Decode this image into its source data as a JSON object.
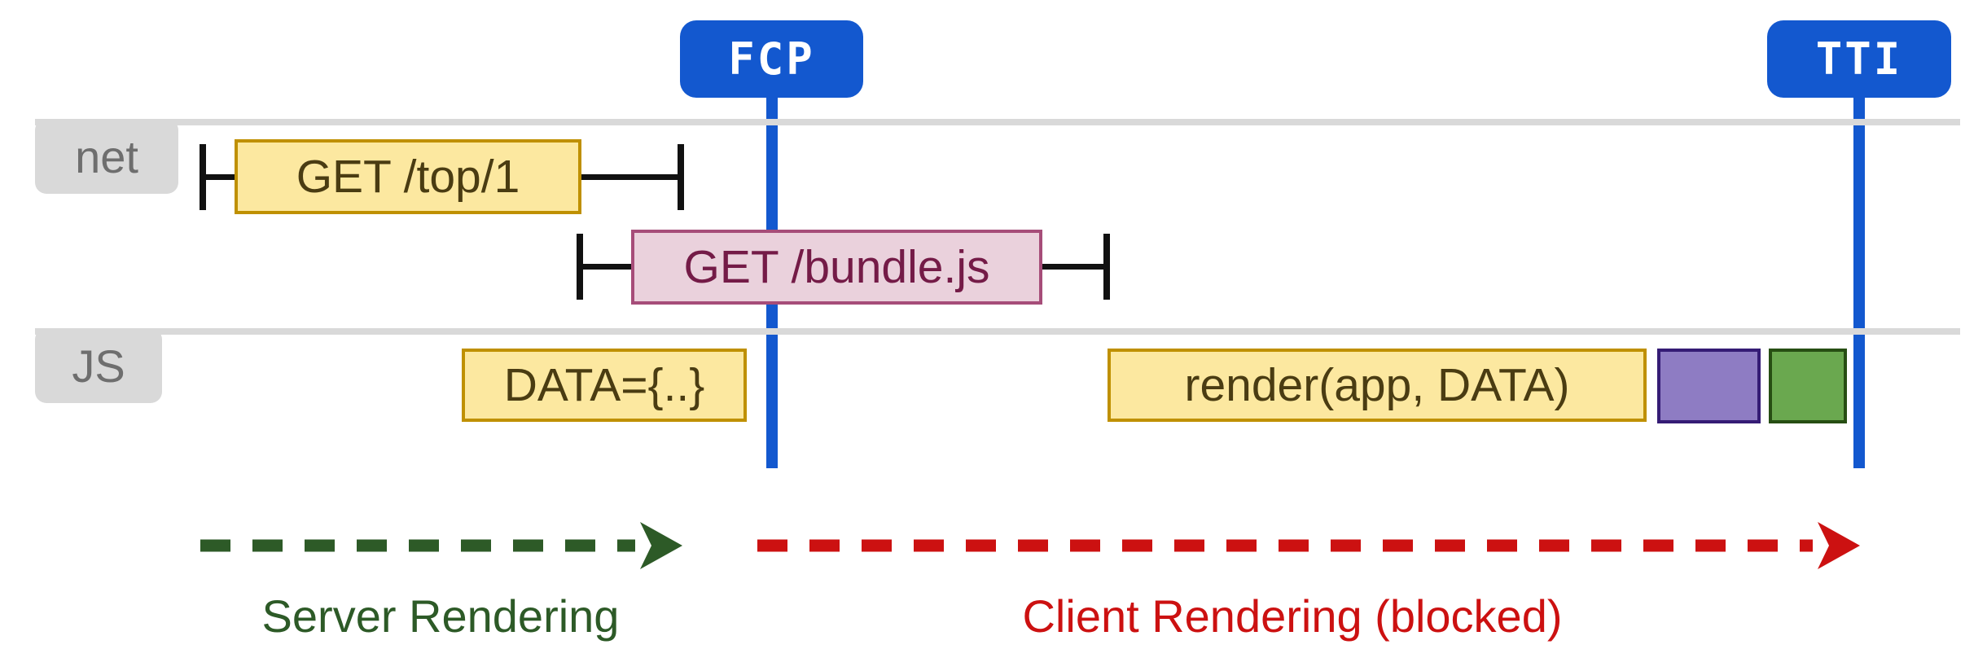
{
  "markers": {
    "fcp": {
      "label": "FCP"
    },
    "tti": {
      "label": "TTI"
    }
  },
  "tracks": {
    "net": {
      "label": "net"
    },
    "js": {
      "label": "JS"
    }
  },
  "bars": {
    "get_top": {
      "label": "GET /top/1",
      "track": "net",
      "style": "yellow"
    },
    "get_bundle": {
      "label": "GET /bundle.js",
      "track": "net",
      "style": "pink"
    },
    "data": {
      "label": "DATA={..}",
      "track": "js",
      "style": "yellow"
    },
    "render": {
      "label": "render(app, DATA)",
      "track": "js",
      "style": "yellow"
    },
    "task_purple": {
      "label": "",
      "track": "js",
      "style": "purple"
    },
    "task_green": {
      "label": "",
      "track": "js",
      "style": "green"
    }
  },
  "phases": {
    "server": {
      "label": "Server Rendering"
    },
    "client": {
      "label": "Client Rendering (blocked)"
    }
  },
  "colors": {
    "blue": "#1358cf",
    "gray-line": "#d9d9d9",
    "gray-text": "#6e6e6e",
    "ink": "#111111",
    "yellow-fill": "#fce8a0",
    "yellow-border": "#bf9000",
    "yellow-text": "#4a3c12",
    "pink-fill": "#ead1dc",
    "pink-border": "#a64d79",
    "pink-text": "#741b47",
    "purple-fill": "#8e7cc3",
    "purple-border": "#351c75",
    "green-fill": "#6aa84f",
    "green-border": "#274e13",
    "green-arrow": "#2d5a27",
    "red-arrow": "#cc1111"
  }
}
